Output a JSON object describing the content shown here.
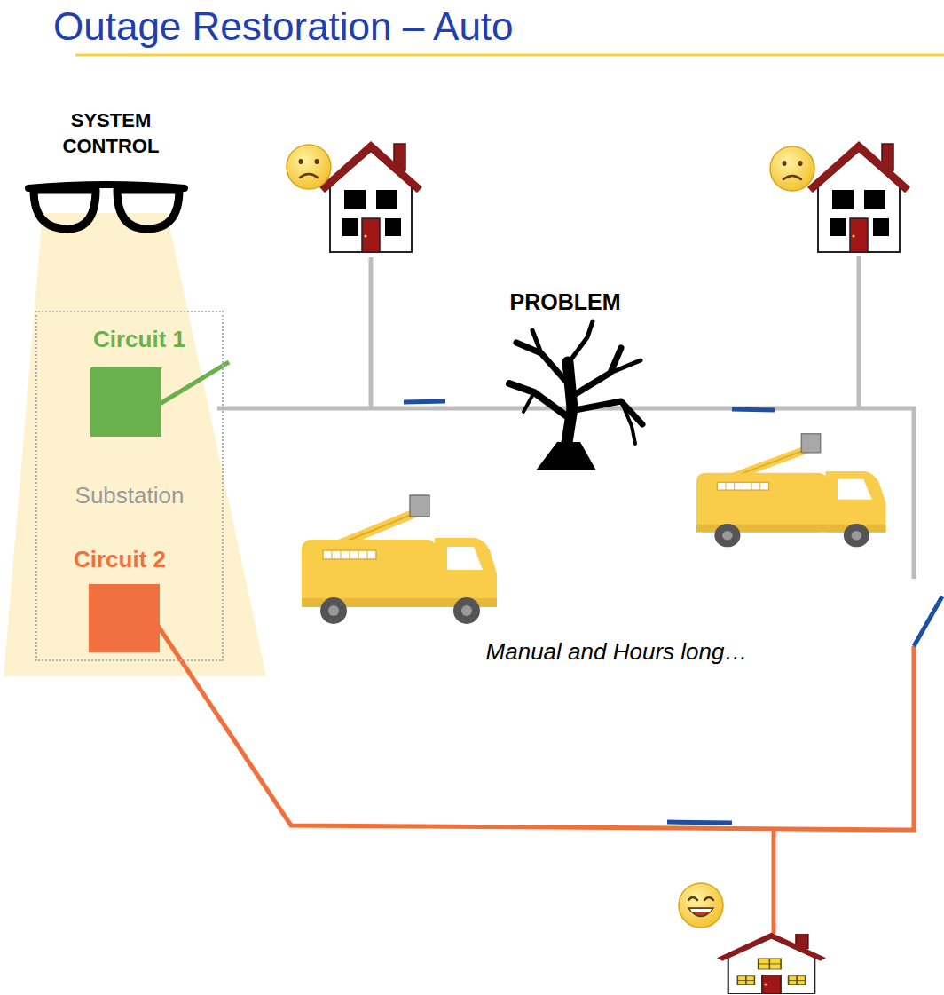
{
  "diagram": {
    "title": "Outage Restoration – Auto",
    "nodes": [
      {
        "text": [
          "Substation"
        ]
      },
      {
        "text": [
          "Circuit 1"
        ],
        "in": 0
      },
      {
        "text": [
          "Circuit 2"
        ],
        "in": 0
      }
    ],
    "labels": [
      "SYSTEM CONTROL",
      "PROBLEM",
      "Manual and Hours long…"
    ]
  }
}
